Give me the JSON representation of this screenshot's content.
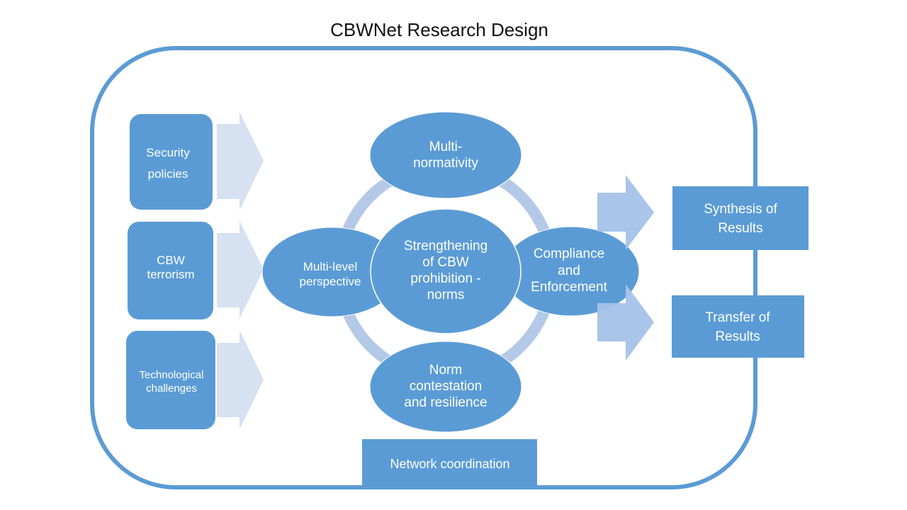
{
  "title": "CBWNet Research Design",
  "colors": {
    "primary": "#5b9bd5",
    "arrow_light": "#d6e1f1",
    "arrow_mid": "#a4c2e8",
    "ring": "#b4c9e7",
    "text_dark": "#111111",
    "text_light": "#ffffff"
  },
  "inputs": [
    {
      "id": "security",
      "lines": [
        "Security",
        "policies"
      ]
    },
    {
      "id": "terrorism",
      "lines": [
        "CBW",
        "terrorism"
      ]
    },
    {
      "id": "technological",
      "lines": [
        "Technological",
        "challenges"
      ]
    }
  ],
  "center": {
    "lines": [
      "Strengthening",
      "of CBW",
      "prohibition -",
      "norms"
    ]
  },
  "satellites": {
    "top": {
      "lines": [
        "Multi-",
        "normativity"
      ]
    },
    "left": {
      "lines": [
        "Multi-level",
        "perspective"
      ]
    },
    "right": {
      "lines": [
        "Compliance",
        "and",
        "Enforcement"
      ]
    },
    "bottom": {
      "lines": [
        "Norm",
        "contestation",
        "and resilience"
      ]
    }
  },
  "outputs": [
    {
      "id": "synthesis",
      "lines": [
        "Synthesis of",
        "Results"
      ]
    },
    {
      "id": "transfer",
      "lines": [
        "Transfer of",
        "Results"
      ]
    }
  ],
  "footer_box": {
    "label": "Network coordination"
  }
}
